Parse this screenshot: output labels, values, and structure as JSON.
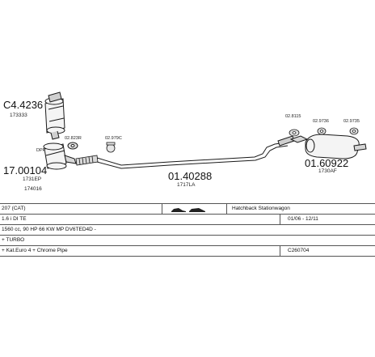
{
  "parts": {
    "catalytic_converter": {
      "number": "C4.4236",
      "code": "173333"
    },
    "front_pipe": {
      "number": "17.00104",
      "code1": "1731EP",
      "code2": "174016",
      "tag": "DPF"
    },
    "gasket_1": {
      "number": "02.823R"
    },
    "clamp_1": {
      "number": "02.979C"
    },
    "middle_pipe": {
      "number": "01.40288",
      "code": "1717LA"
    },
    "hanger_1": {
      "number": "02.8115"
    },
    "hanger_2": {
      "number": "02.9736"
    },
    "hanger_3": {
      "number": "02.9735"
    },
    "rear_silencer": {
      "number": "01.60922",
      "code": "1730AF"
    }
  },
  "vehicle": {
    "model": "207 (CAT)",
    "body_types": "Hatchback Stationwagon",
    "engine": "1.6 i DI TE",
    "years": "01/06 - 12/11",
    "engine_details": "1560 cc, 90 HP 66 KW MP DV6TED4D -",
    "aspiration": "+ TURBO",
    "kit_description": "+ Kat.Euro 4 + Chrome Pipe",
    "kit_code": "C260704"
  },
  "colors": {
    "line": "#1a1a1a",
    "fill": "#f4f4f4",
    "shade": "#bdbdbd"
  }
}
